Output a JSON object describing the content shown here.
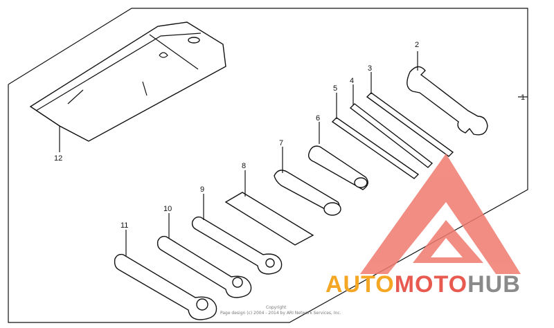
{
  "diagram": {
    "callouts": [
      "1",
      "2",
      "3",
      "4",
      "5",
      "6",
      "7",
      "8",
      "9",
      "10",
      "11",
      "12"
    ],
    "copyright": {
      "line1": "Copyright",
      "line2": "Page design (c) 2004 - 2014 by ARI Network Services, Inc."
    }
  },
  "watermark": {
    "part1": "AUTO",
    "part2": "MOTO",
    "part3": "HUB",
    "colors": {
      "orange": "#f5a623",
      "red": "#e85a4f",
      "gray": "#8a8a8a",
      "triangle": "#f07a6e"
    }
  }
}
